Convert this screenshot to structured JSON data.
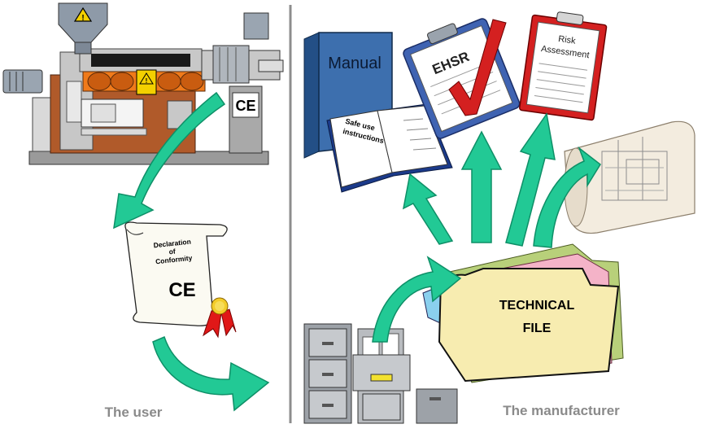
{
  "machine": {
    "warning_symbol": "!",
    "ce_mark": "CE"
  },
  "declaration": {
    "line1": "Declaration",
    "line2": "of",
    "line3": "Conformity",
    "ce_mark": "CE"
  },
  "manual": {
    "title": "Manual"
  },
  "booklet": {
    "line1": "Safe use",
    "line2": "instructions"
  },
  "ehsr": {
    "label": "EHSR"
  },
  "risk": {
    "line1": "Risk",
    "line2": "Assessment"
  },
  "folder": {
    "line1": "TECHNICAL",
    "line2": "FILE"
  },
  "captions": {
    "user": "The user",
    "manufacturer": "The manufacturer"
  },
  "colors": {
    "arrow": "#22c995",
    "arrow_stroke": "#0e8f67",
    "divider": "#8d8d8d",
    "manual_blue": "#3d6fae",
    "folder_yellow": "#f7ecb0",
    "clip_red": "#d42020"
  }
}
